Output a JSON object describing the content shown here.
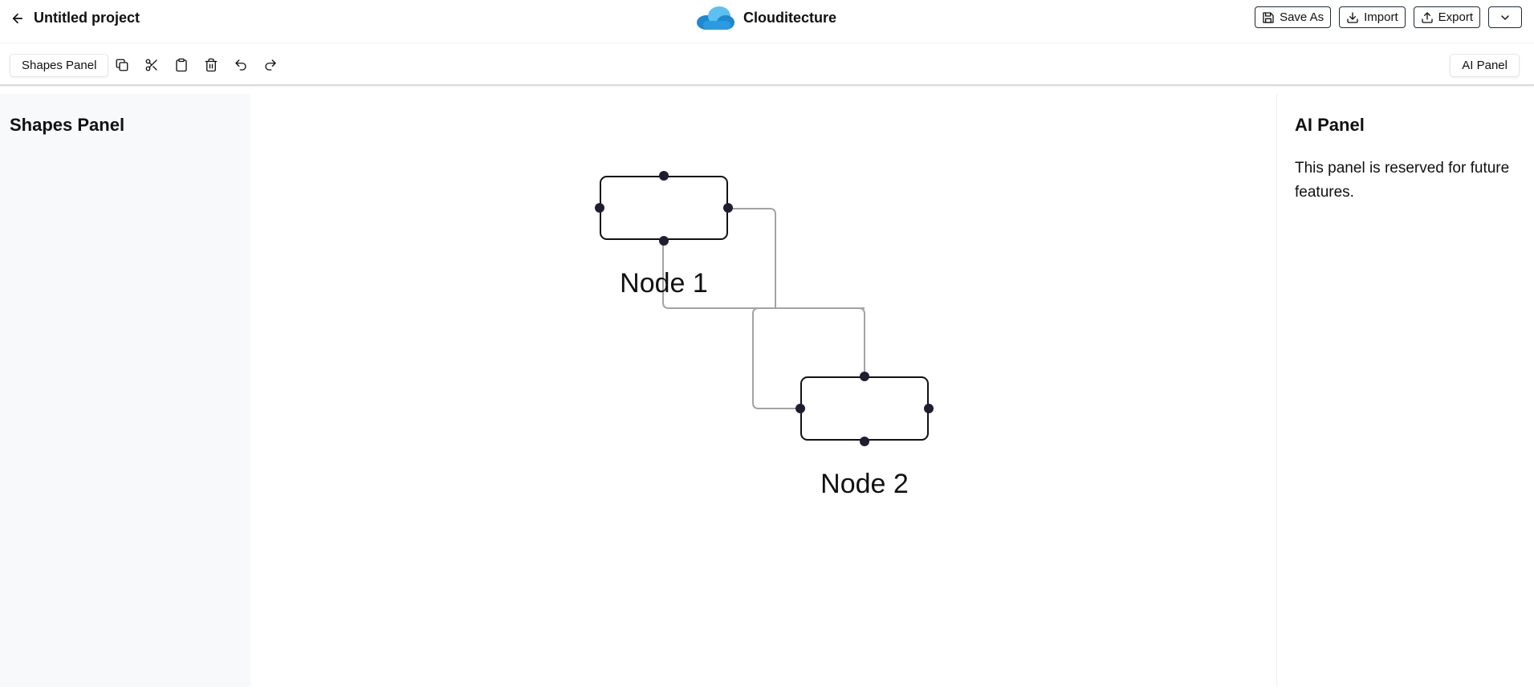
{
  "header": {
    "project_title": "Untitled project",
    "brand": "Clouditecture",
    "save_as": "Save As",
    "import": "Import",
    "export": "Export"
  },
  "toolbar": {
    "shapes_panel_button": "Shapes Panel",
    "ai_panel_button": "AI Panel",
    "icons": [
      "copy-icon",
      "cut-icon",
      "paste-icon",
      "delete-icon",
      "undo-icon",
      "redo-icon"
    ]
  },
  "left_panel": {
    "title": "Shapes Panel"
  },
  "right_panel": {
    "title": "AI Panel",
    "description": "This panel is reserved for future features."
  },
  "canvas": {
    "nodes": [
      {
        "label": "Node 1"
      },
      {
        "label": "Node 2"
      }
    ],
    "edge_color": "#a3a3a3",
    "handle_color": "#1e1e2e"
  },
  "colors": {
    "brand_cloud_light": "#5cc0f0",
    "brand_cloud_dark": "#1e88d0"
  }
}
